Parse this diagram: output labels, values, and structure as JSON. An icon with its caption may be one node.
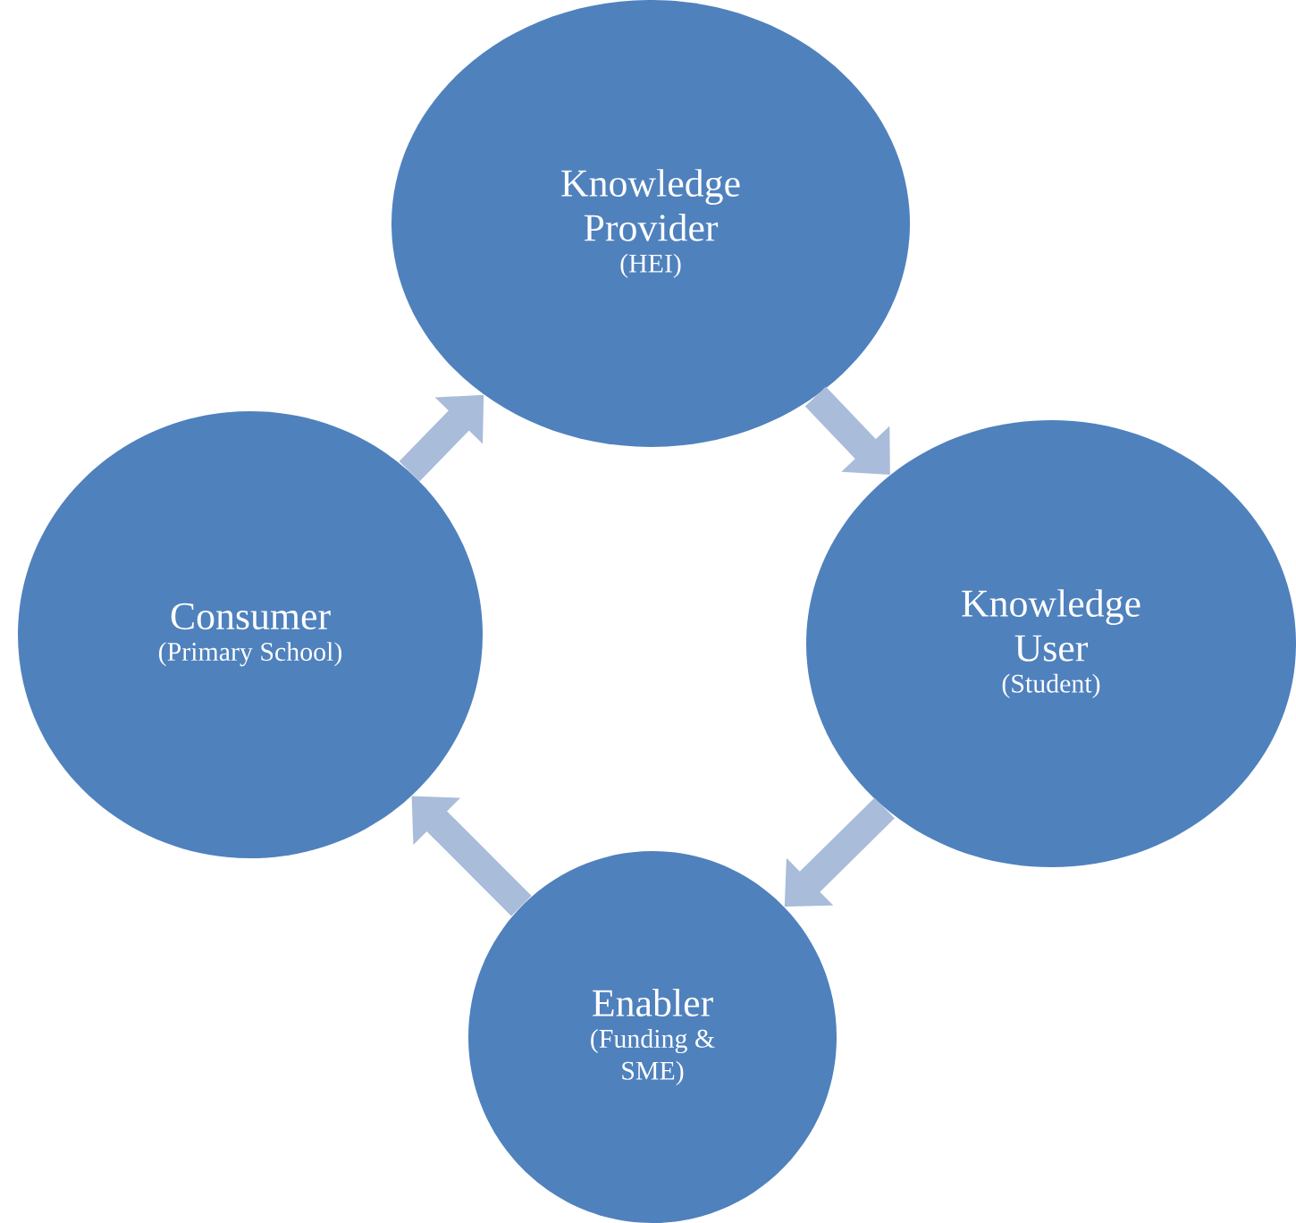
{
  "diagram": {
    "nodes": [
      {
        "text": [
          "Knowledge Provider",
          "(HEI)"
        ]
      },
      {
        "text": [
          "Knowledge User",
          "(Student)"
        ]
      },
      {
        "text": [
          "Enabler",
          "(Funding & SME)"
        ]
      },
      {
        "text": [
          "Consumer",
          "(Primary School)"
        ]
      }
    ],
    "edges": [
      {
        "from": 0,
        "to": 1,
        "arrow": "to"
      },
      {
        "from": 1,
        "to": 2,
        "arrow": "to"
      },
      {
        "from": 2,
        "to": 3,
        "arrow": "to"
      },
      {
        "from": 3,
        "to": 0,
        "arrow": "to"
      }
    ]
  }
}
